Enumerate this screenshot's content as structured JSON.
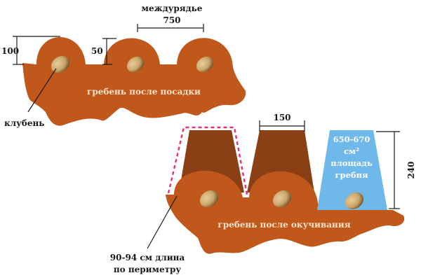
{
  "labels": {
    "row_spacing_title": "междурядье",
    "row_spacing_value": "750",
    "height_100": "100",
    "height_50": "50",
    "ridge_after_planting": "гребень после посадки",
    "tuber": "клубень",
    "ridge_after_hilling": "гребень после окучивания",
    "top_width": "150",
    "ridge_height": "240",
    "area_value": "650-670",
    "area_unit": "см²",
    "area_word": "площадь",
    "area_object": "гребня",
    "perimeter_line1": "90-94 см длина",
    "perimeter_line2": "по периметру"
  },
  "colors": {
    "soil": "#c0581b",
    "soil_dark": "#9e4512",
    "ridge_fill": "#8a3f14",
    "area_fill": "#6fb8ea",
    "perimeter_dash": "#e6336f",
    "tuber": "#c9a56a",
    "tuber_shade": "#6a4a22",
    "label_dark": "#1a1a1a",
    "label_light": "#fbe2c8"
  }
}
